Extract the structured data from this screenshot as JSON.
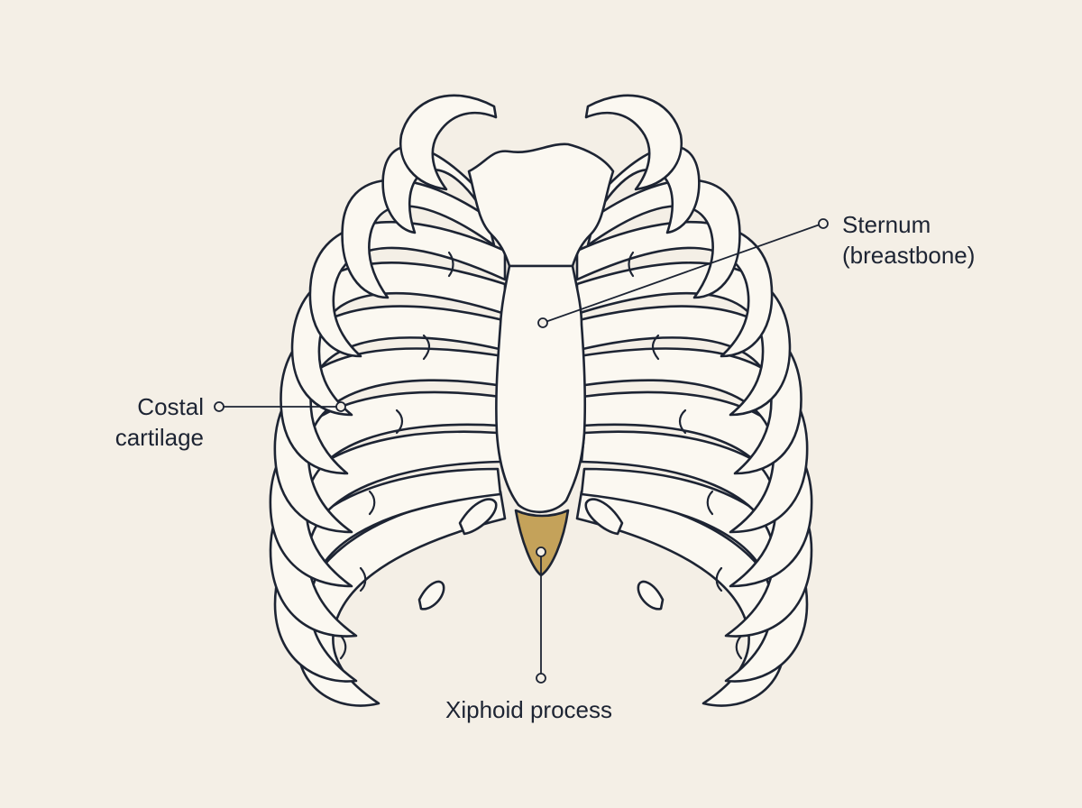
{
  "labels": {
    "sternum_line1": "Sternum",
    "sternum_line2": "(breastbone)",
    "costal_line1": "Costal",
    "costal_line2": "cartilage",
    "xiphoid": "Xiphoid process"
  },
  "colors": {
    "background": "#f4efe6",
    "bone_fill": "#fbf8f1",
    "outline": "#1d2433",
    "xiphoid_fill": "#c4a25a"
  }
}
